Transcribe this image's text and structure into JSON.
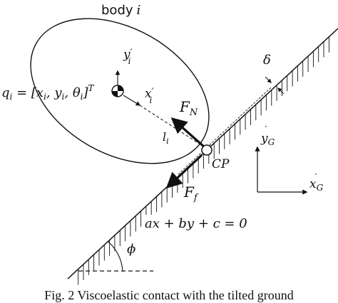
{
  "labels": {
    "body": "body",
    "body_index": "i",
    "state_eq": "q",
    "state_sub": "i",
    "state_rhs": " = [x",
    "state_rhs2": ", y",
    "state_rhs3": ", θ",
    "state_close": "]",
    "state_sup": "T",
    "y_local": "y",
    "y_local_prime": "′",
    "y_local_sub": "i",
    "x_local": "x",
    "x_local_prime": "′",
    "x_local_sub": "i",
    "l": "l",
    "l_sub": "i",
    "fn": "F",
    "fn_sub": "N",
    "ff": "F",
    "ff_sub": "f",
    "cp": "CP",
    "delta": "δ",
    "y_global": "y",
    "y_global_sub": "G",
    "x_global": "x",
    "x_global_sub": "G",
    "plane_eq": "ax + by + c = 0",
    "phi": "ϕ"
  },
  "caption": "Fig. 2 Viscoelastic contact with the tilted ground"
}
